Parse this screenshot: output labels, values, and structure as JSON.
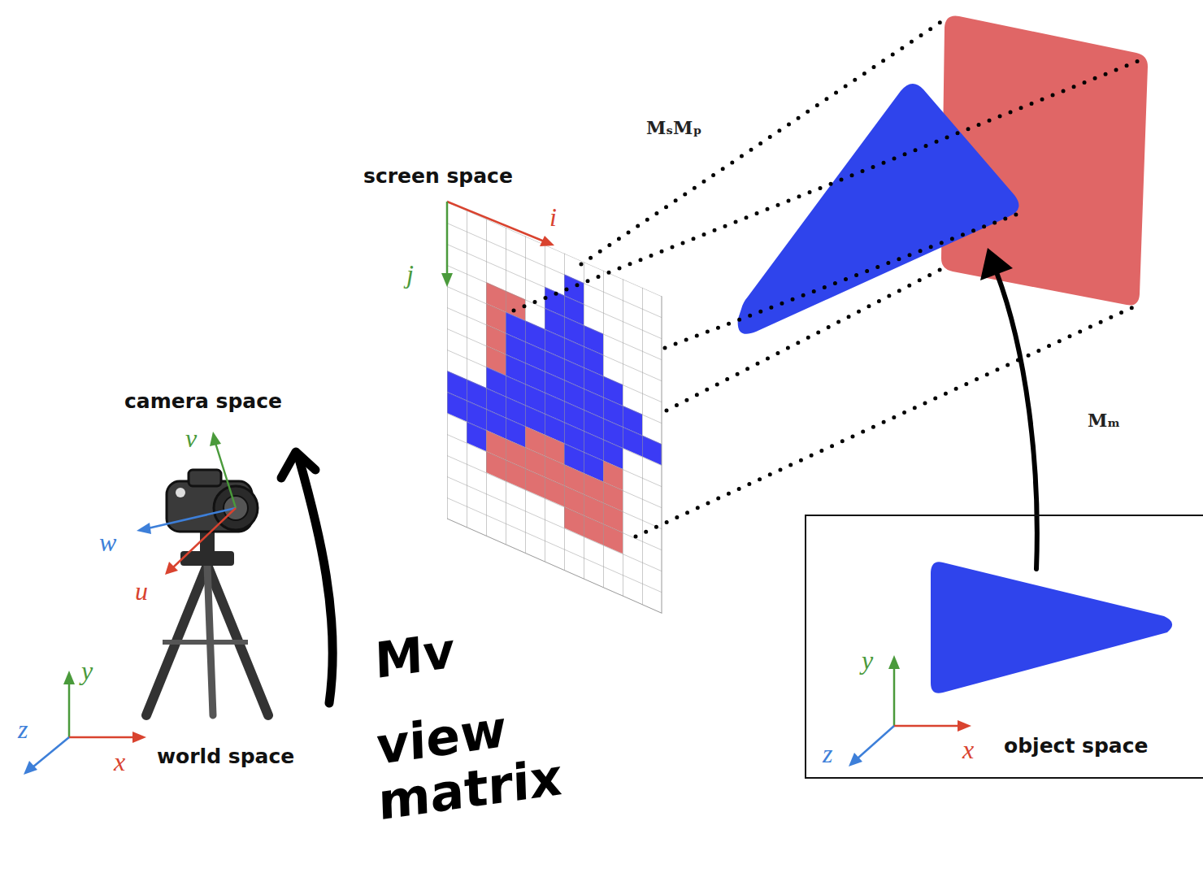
{
  "diagram": {
    "nodes": [
      {
        "text": [
          "y",
          "z",
          "x",
          "object space"
        ]
      }
    ],
    "labels": [
      "screen space",
      "i",
      "j",
      "MₛMₚ",
      "camera space",
      "v⃗",
      "w⃗",
      "u⃗",
      "y",
      "z",
      "x",
      "world space",
      "Mv",
      "view matrix",
      "Mₘ"
    ]
  }
}
